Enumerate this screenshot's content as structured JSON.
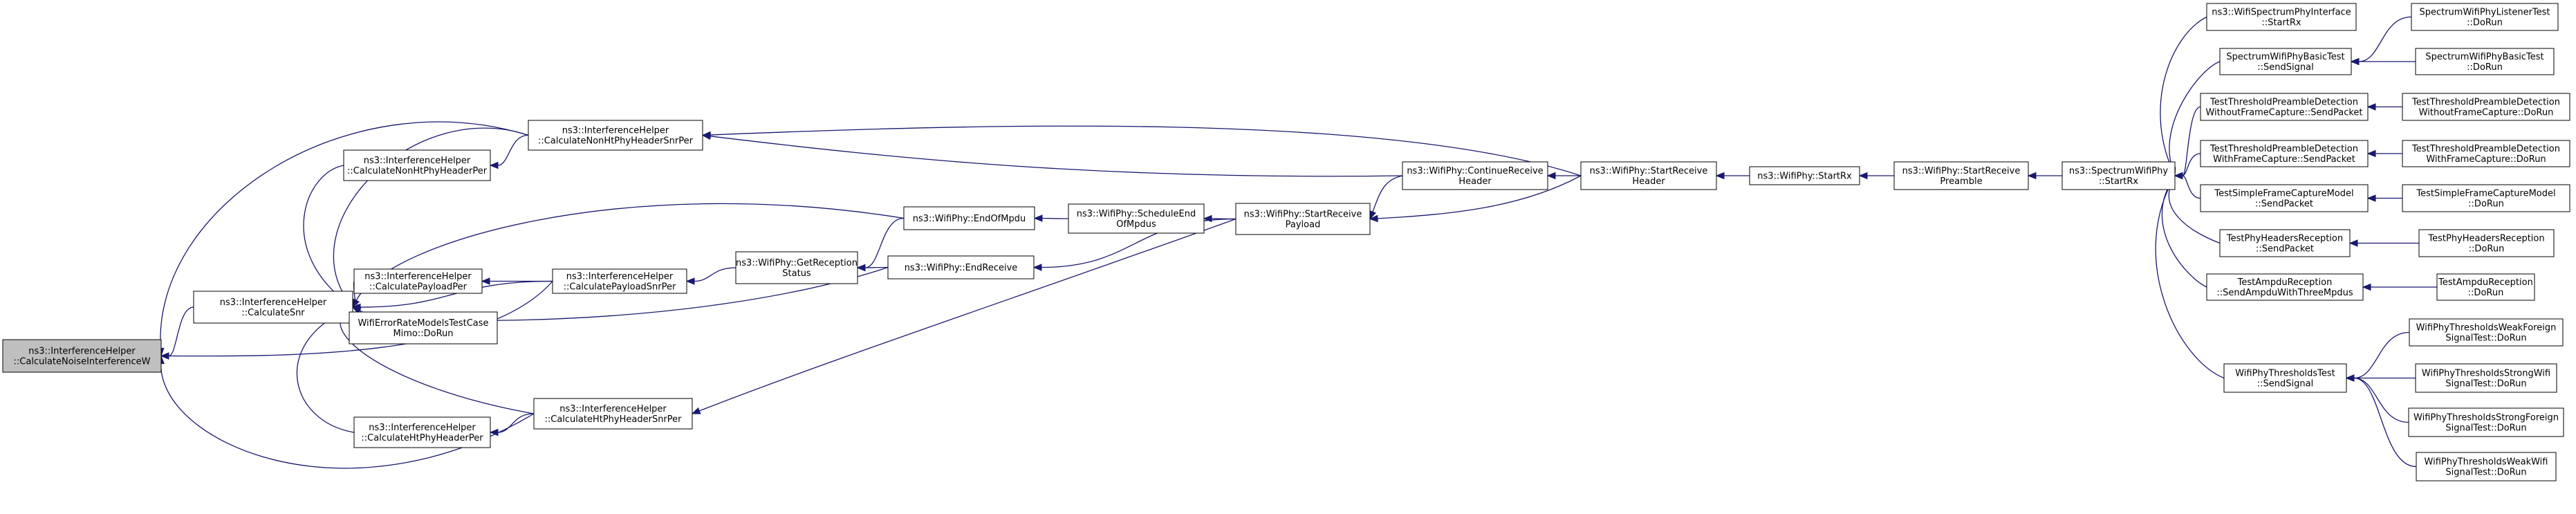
{
  "graph": {
    "nodes": [
      {
        "id": "n0",
        "lines": [
          "ns3::InterferenceHelper",
          "::CalculateNoiseInterferenceW"
        ],
        "root": true
      },
      {
        "id": "n1",
        "lines": [
          "ns3::InterferenceHelper",
          "::CalculateSnr"
        ]
      },
      {
        "id": "n2",
        "lines": [
          "ns3::InterferenceHelper",
          "::CalculatePayloadPer"
        ]
      },
      {
        "id": "n3",
        "lines": [
          "WifiErrorRateModelsTestCase",
          "Mimo::DoRun"
        ]
      },
      {
        "id": "n4",
        "lines": [
          "ns3::InterferenceHelper",
          "::CalculateNonHtPhyHeaderPer"
        ]
      },
      {
        "id": "n5",
        "lines": [
          "ns3::InterferenceHelper",
          "::CalculateNonHtPhyHeaderSnrPer"
        ]
      },
      {
        "id": "n6",
        "lines": [
          "ns3::InterferenceHelper",
          "::CalculatePayloadSnrPer"
        ]
      },
      {
        "id": "n7",
        "lines": [
          "ns3::InterferenceHelper",
          "::CalculateHtPhyHeaderPer"
        ]
      },
      {
        "id": "n8",
        "lines": [
          "ns3::InterferenceHelper",
          "::CalculateHtPhyHeaderSnrPer"
        ]
      },
      {
        "id": "n9",
        "lines": [
          "ns3::WifiPhy::GetReception",
          "Status"
        ]
      },
      {
        "id": "n10",
        "lines": [
          "ns3::WifiPhy::EndOfMpdu"
        ]
      },
      {
        "id": "n11",
        "lines": [
          "ns3::WifiPhy::EndReceive"
        ]
      },
      {
        "id": "n12",
        "lines": [
          "ns3::WifiPhy::ScheduleEnd",
          "OfMpdus"
        ]
      },
      {
        "id": "n13",
        "lines": [
          "ns3::WifiPhy::StartReceive",
          "Payload"
        ]
      },
      {
        "id": "n14",
        "lines": [
          "ns3::WifiPhy::ContinueReceive",
          "Header"
        ]
      },
      {
        "id": "n15",
        "lines": [
          "ns3::WifiPhy::StartReceive",
          "Header"
        ]
      },
      {
        "id": "n16",
        "lines": [
          "ns3::WifiPhy::StartRx"
        ]
      },
      {
        "id": "n17",
        "lines": [
          "ns3::WifiPhy::StartReceive",
          "Preamble"
        ]
      },
      {
        "id": "n18",
        "lines": [
          "ns3::SpectrumWifiPhy",
          "::StartRx"
        ]
      },
      {
        "id": "n19",
        "lines": [
          "ns3::WifiSpectrumPhyInterface",
          "::StartRx"
        ]
      },
      {
        "id": "n20",
        "lines": [
          "SpectrumWifiPhyBasicTest",
          "::SendSignal"
        ]
      },
      {
        "id": "n21",
        "lines": [
          "TestThresholdPreambleDetection",
          "WithoutFrameCapture::SendPacket"
        ]
      },
      {
        "id": "n22",
        "lines": [
          "TestThresholdPreambleDetection",
          "WithFrameCapture::SendPacket"
        ]
      },
      {
        "id": "n23",
        "lines": [
          "TestSimpleFrameCaptureModel",
          "::SendPacket"
        ]
      },
      {
        "id": "n24",
        "lines": [
          "TestPhyHeadersReception",
          "::SendPacket"
        ]
      },
      {
        "id": "n25",
        "lines": [
          "TestAmpduReception",
          "::SendAmpduWithThreeMpdus"
        ]
      },
      {
        "id": "n26",
        "lines": [
          "WifiPhyThresholdsTest",
          "::SendSignal"
        ]
      },
      {
        "id": "n27",
        "lines": [
          "SpectrumWifiPhyListenerTest",
          "::DoRun"
        ]
      },
      {
        "id": "n28",
        "lines": [
          "SpectrumWifiPhyBasicTest",
          "::DoRun"
        ]
      },
      {
        "id": "n29",
        "lines": [
          "TestThresholdPreambleDetection",
          "WithoutFrameCapture::DoRun"
        ]
      },
      {
        "id": "n30",
        "lines": [
          "TestThresholdPreambleDetection",
          "WithFrameCapture::DoRun"
        ]
      },
      {
        "id": "n31",
        "lines": [
          "TestSimpleFrameCaptureModel",
          "::DoRun"
        ]
      },
      {
        "id": "n32",
        "lines": [
          "TestPhyHeadersReception",
          "::DoRun"
        ]
      },
      {
        "id": "n33",
        "lines": [
          "TestAmpduReception",
          "::DoRun"
        ]
      },
      {
        "id": "n34",
        "lines": [
          "WifiPhyThresholdsWeakForeign",
          "SignalTest::DoRun"
        ]
      },
      {
        "id": "n35",
        "lines": [
          "WifiPhyThresholdsStrongWifi",
          "SignalTest::DoRun"
        ]
      },
      {
        "id": "n36",
        "lines": [
          "WifiPhyThresholdsStrongForeign",
          "SignalTest::DoRun"
        ]
      },
      {
        "id": "n37",
        "lines": [
          "WifiPhyThresholdsWeakWifi",
          "SignalTest::DoRun"
        ]
      }
    ],
    "edges": [
      {
        "from": "n1",
        "to": "n0"
      },
      {
        "from": "n5",
        "to": "n0"
      },
      {
        "from": "n6",
        "to": "n0"
      },
      {
        "from": "n8",
        "to": "n0"
      },
      {
        "from": "n2",
        "to": "n1"
      },
      {
        "from": "n3",
        "to": "n1"
      },
      {
        "from": "n4",
        "to": "n1"
      },
      {
        "from": "n5",
        "to": "n1"
      },
      {
        "from": "n6",
        "to": "n1"
      },
      {
        "from": "n7",
        "to": "n1"
      },
      {
        "from": "n8",
        "to": "n1"
      },
      {
        "from": "n10",
        "to": "n1"
      },
      {
        "from": "n11",
        "to": "n1"
      },
      {
        "from": "n5",
        "to": "n4"
      },
      {
        "from": "n6",
        "to": "n2"
      },
      {
        "from": "n8",
        "to": "n7"
      },
      {
        "from": "n14",
        "to": "n5"
      },
      {
        "from": "n15",
        "to": "n5"
      },
      {
        "from": "n9",
        "to": "n6"
      },
      {
        "from": "n13",
        "to": "n8"
      },
      {
        "from": "n10",
        "to": "n9"
      },
      {
        "from": "n11",
        "to": "n9"
      },
      {
        "from": "n12",
        "to": "n10"
      },
      {
        "from": "n13",
        "to": "n11"
      },
      {
        "from": "n13",
        "to": "n12"
      },
      {
        "from": "n14",
        "to": "n13"
      },
      {
        "from": "n15",
        "to": "n13"
      },
      {
        "from": "n15",
        "to": "n14"
      },
      {
        "from": "n16",
        "to": "n15"
      },
      {
        "from": "n17",
        "to": "n16"
      },
      {
        "from": "n18",
        "to": "n17"
      },
      {
        "from": "n19",
        "to": "n18"
      },
      {
        "from": "n20",
        "to": "n18"
      },
      {
        "from": "n21",
        "to": "n18"
      },
      {
        "from": "n22",
        "to": "n18"
      },
      {
        "from": "n23",
        "to": "n18"
      },
      {
        "from": "n24",
        "to": "n18"
      },
      {
        "from": "n25",
        "to": "n18"
      },
      {
        "from": "n26",
        "to": "n18"
      },
      {
        "from": "n27",
        "to": "n20"
      },
      {
        "from": "n28",
        "to": "n20"
      },
      {
        "from": "n29",
        "to": "n21"
      },
      {
        "from": "n30",
        "to": "n22"
      },
      {
        "from": "n31",
        "to": "n23"
      },
      {
        "from": "n32",
        "to": "n24"
      },
      {
        "from": "n33",
        "to": "n25"
      },
      {
        "from": "n34",
        "to": "n26"
      },
      {
        "from": "n35",
        "to": "n26"
      },
      {
        "from": "n36",
        "to": "n26"
      },
      {
        "from": "n37",
        "to": "n26"
      }
    ]
  }
}
